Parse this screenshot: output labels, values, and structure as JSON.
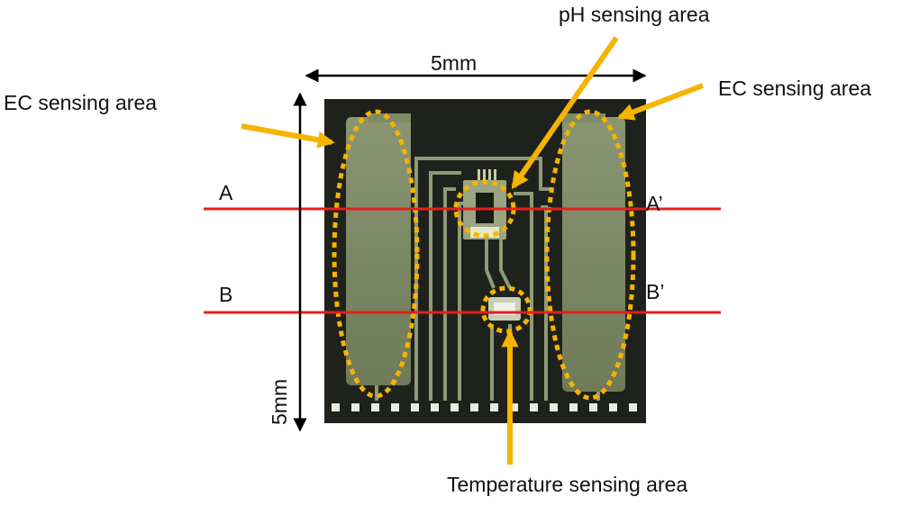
{
  "labels": {
    "ec_left": "EC sensing area",
    "ec_right": "EC sensing area",
    "ph": "pH sensing area",
    "temperature": "Temperature sensing area",
    "width_dim": "5mm",
    "height_dim": "5mm",
    "line_a_start": "A",
    "line_a_end": "A’",
    "line_b_start": "B",
    "line_b_end": "B’"
  },
  "colors": {
    "chip_background": "#1a1c17",
    "electrode_fill": "#7f8a67",
    "trace_color": "#8e9a78",
    "pad_color": "#e8ece0",
    "annotation_orange": "#f5b400",
    "section_line_red": "#e3201b",
    "dimension_black": "#000000"
  }
}
